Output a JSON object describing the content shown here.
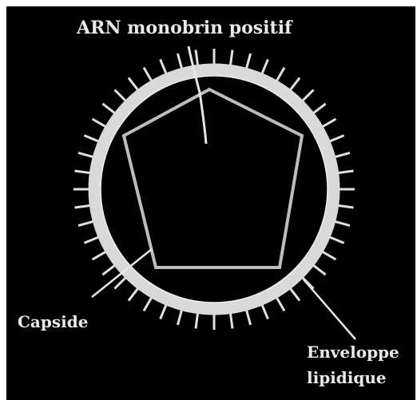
{
  "labels": {
    "top": "ARN monobrin positif",
    "capsid": "Capside",
    "envelope_line1": "Enveloppe",
    "envelope_line2": "lipidique"
  },
  "colors": {
    "background": "#000000",
    "frame": "#ffffff",
    "envelope": "#d9d9d9",
    "capsid_outline": "#bdbdbd",
    "text": "#e9e9e9"
  },
  "structure": {
    "envelope_spike_count": 48,
    "capsid_shape": "pentagon"
  }
}
